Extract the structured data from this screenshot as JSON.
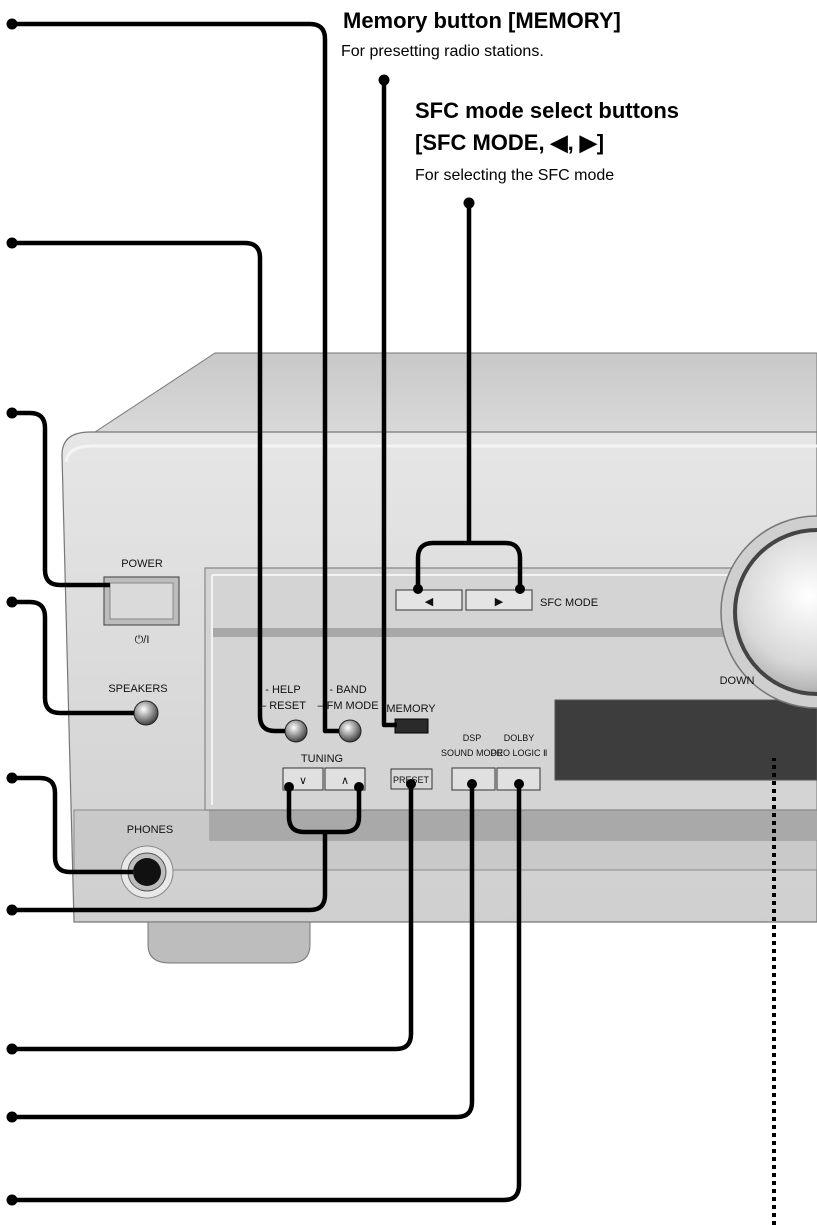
{
  "callouts": {
    "memory": {
      "title": "Memory button [MEMORY]",
      "desc": "For presetting radio stations."
    },
    "sfc": {
      "title_line1": "SFC mode select buttons",
      "title_line2": "[SFC MODE, ◀, ▶]",
      "desc": "For selecting the SFC mode"
    }
  },
  "panel": {
    "power": "POWER",
    "power_symbol": "⏻/I",
    "speakers": "SPEAKERS",
    "phones": "PHONES",
    "help": "- HELP",
    "reset": "– RESET",
    "band": "- BAND",
    "fm_mode": "– FM MODE",
    "memory": "MEMORY",
    "tuning": "TUNING",
    "tuning_down": "∨",
    "tuning_up": "∧",
    "preset": "PRESET",
    "dsp": "DSP",
    "sound_mode": "SOUND MODE",
    "dolby": "DOLBY",
    "pro_logic": "PRO LOGIC Ⅱ",
    "sfc_mode": "SFC MODE",
    "sfc_left": "◀",
    "sfc_right": "▶",
    "down": "DOWN"
  }
}
